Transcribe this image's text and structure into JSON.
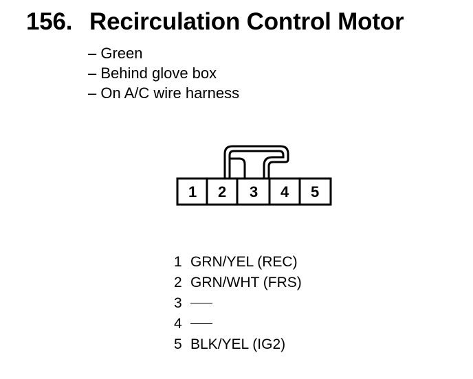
{
  "title": {
    "number": "156.",
    "text": "Recirculation Control Motor"
  },
  "notes": [
    "– Green",
    "– Behind glove box",
    "– On A/C wire harness"
  ],
  "connector": {
    "pins": [
      "1",
      "2",
      "3",
      "4",
      "5"
    ]
  },
  "pin_list": [
    {
      "pin": "1",
      "wire": "GRN/YEL (REC)"
    },
    {
      "pin": "2",
      "wire": "GRN/WHT (FRS)"
    },
    {
      "pin": "3",
      "wire": ""
    },
    {
      "pin": "4",
      "wire": ""
    },
    {
      "pin": "5",
      "wire": "BLK/YEL (IG2)"
    }
  ]
}
